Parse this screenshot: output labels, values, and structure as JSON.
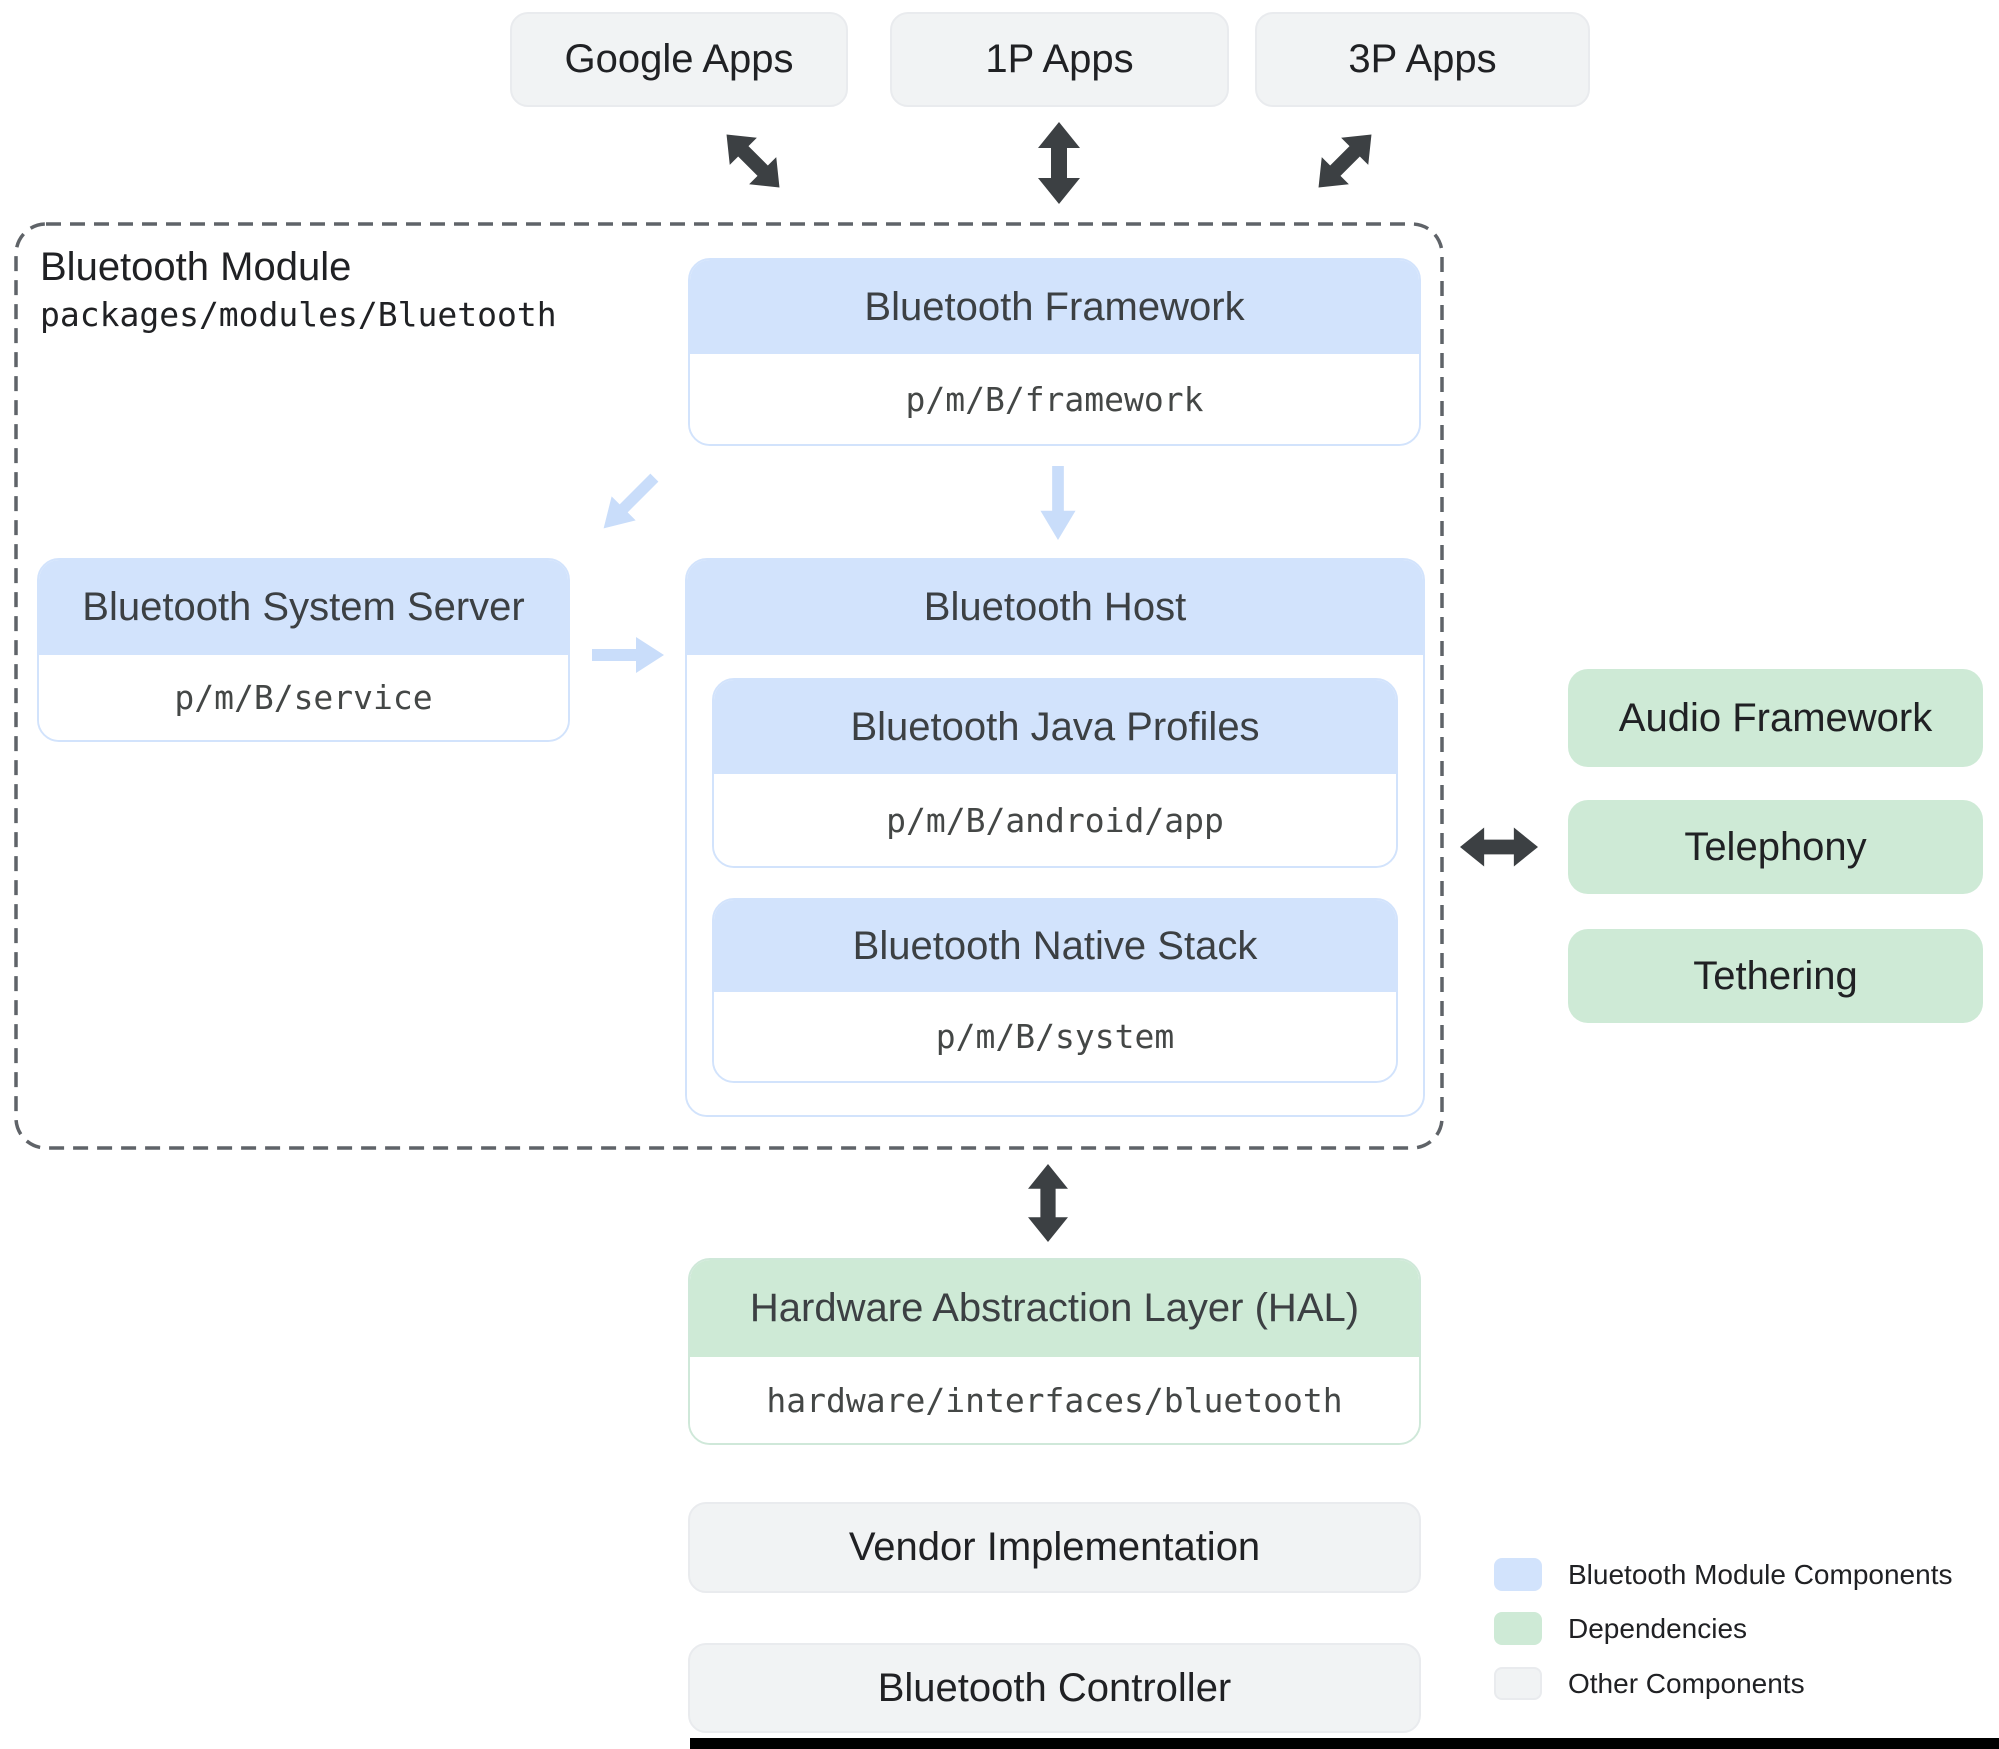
{
  "top_apps": [
    {
      "label": "Google Apps"
    },
    {
      "label": "1P Apps"
    },
    {
      "label": "3P Apps"
    }
  ],
  "module": {
    "title": "Bluetooth Module",
    "path": "packages/modules/Bluetooth",
    "framework": {
      "title": "Bluetooth Framework",
      "path": "p/m/B/framework"
    },
    "system_server": {
      "title": "Bluetooth System Server",
      "path": "p/m/B/service"
    },
    "host": {
      "title": "Bluetooth Host",
      "java_profiles": {
        "title": "Bluetooth Java Profiles",
        "path": "p/m/B/android/app"
      },
      "native_stack": {
        "title": "Bluetooth Native Stack",
        "path": "p/m/B/system"
      }
    }
  },
  "dependencies": [
    {
      "label": "Audio Framework"
    },
    {
      "label": "Telephony"
    },
    {
      "label": "Tethering"
    }
  ],
  "hal": {
    "title": "Hardware Abstraction Layer (HAL)",
    "path": "hardware/interfaces/bluetooth"
  },
  "other_components": [
    {
      "label": "Vendor Implementation"
    },
    {
      "label": "Bluetooth Controller"
    }
  ],
  "legend": {
    "items": [
      {
        "label": "Bluetooth Module Components"
      },
      {
        "label": "Dependencies"
      },
      {
        "label": "Other Components"
      }
    ]
  },
  "colors": {
    "module_component_fill": "#d2e3fc",
    "dependency_fill": "#ceead6",
    "other_fill": "#f1f3f4",
    "dark_arrow": "#3c4043",
    "light_arrow": "#c9ddfa",
    "dashed_border": "#5f6368"
  }
}
